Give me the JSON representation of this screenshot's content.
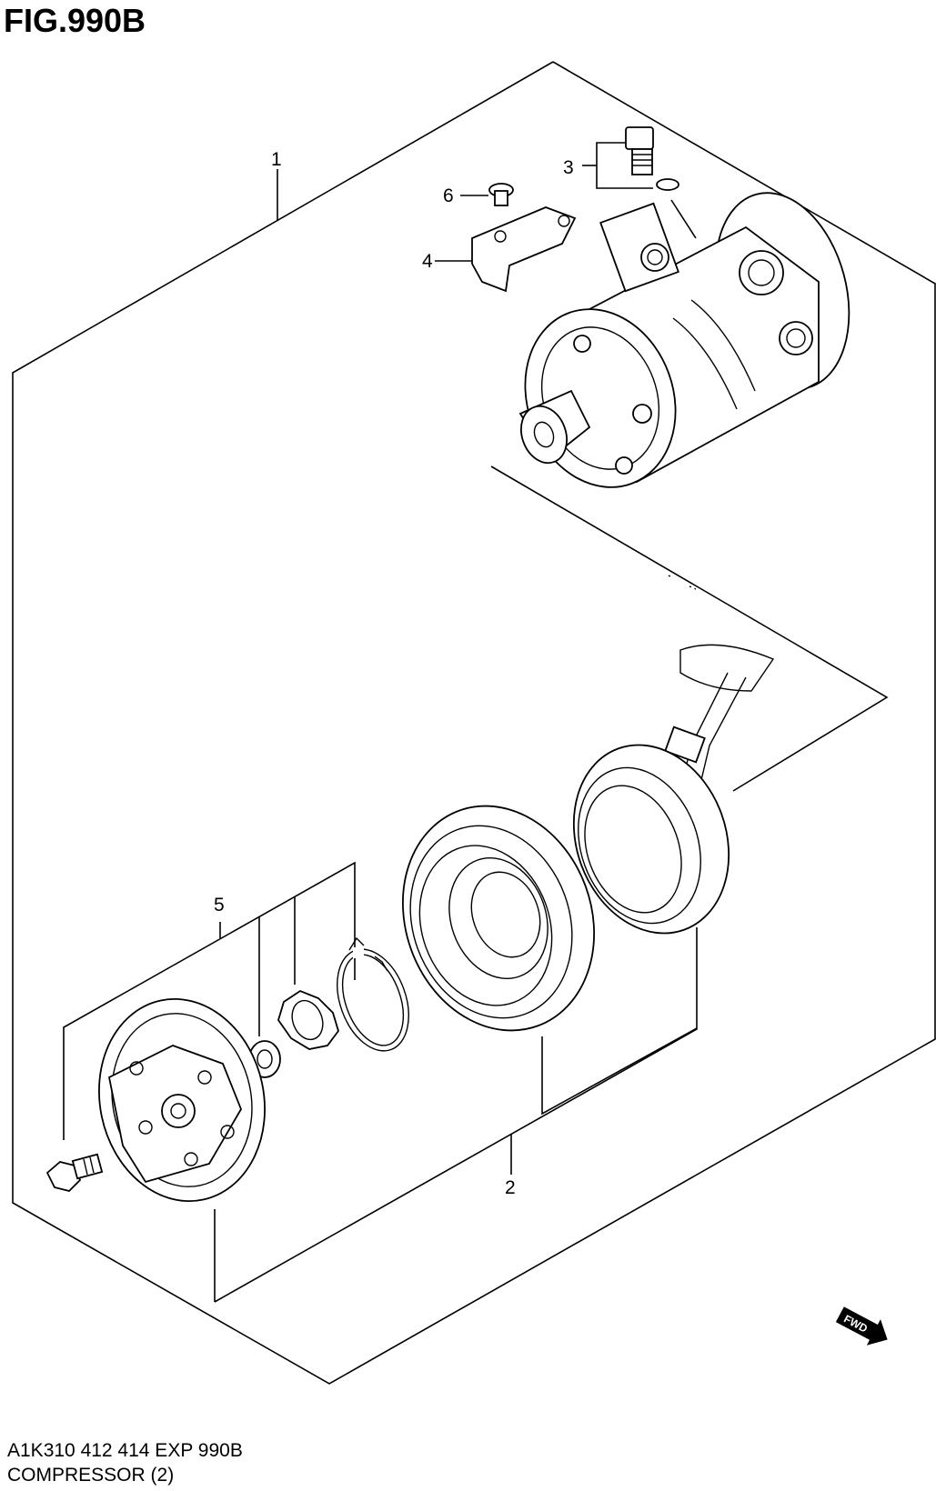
{
  "figure": {
    "title": "FIG.990B"
  },
  "footer": {
    "line1": "A1K310 412 414 EXP 990B",
    "line2": "COMPRESSOR (2)"
  },
  "callouts": [
    "1",
    "2",
    "3",
    "4",
    "5",
    "6"
  ],
  "fwd_badge": {
    "label": "FWD"
  }
}
